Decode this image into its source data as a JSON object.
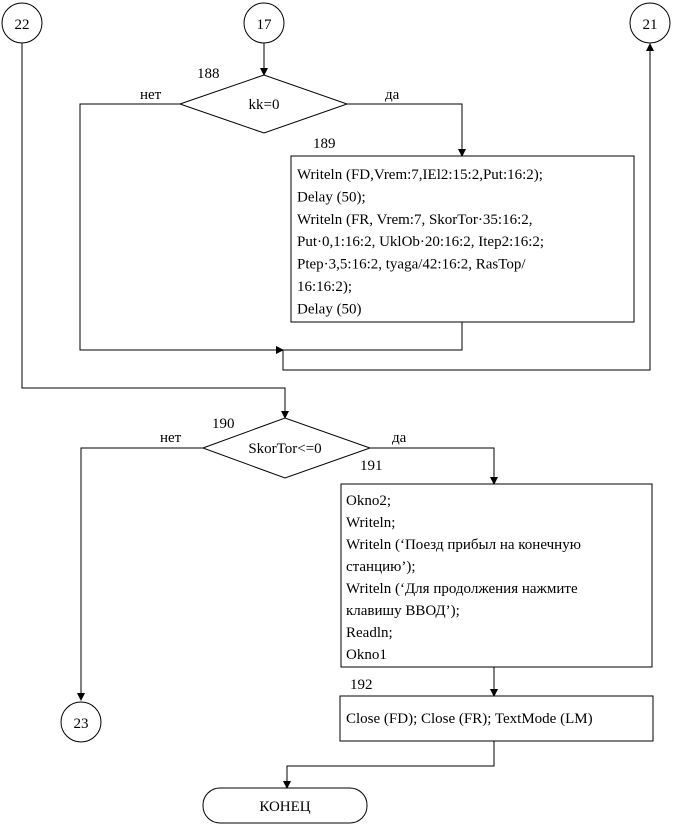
{
  "connectors": {
    "c22": "22",
    "c17": "17",
    "c21": "21",
    "c23": "23"
  },
  "decision1": {
    "number": "188",
    "condition": "kk=0",
    "no_label": "нет",
    "yes_label": "да"
  },
  "block189": {
    "number": "189",
    "lines": [
      "Writeln (FD,Vrem:7,IEl2:15:2,Put:16:2);",
      "Delay (50);",
      "Writeln (FR, Vrem:7, SkorTor·35:16:2,",
      "Put·0,1:16:2, UklOb·20:16:2, Itep2:16:2;",
      "Ptep·3,5:16:2, tyaga/42:16:2, RasTop/",
      "16:16:2);",
      "Delay (50)"
    ]
  },
  "decision2": {
    "number": "190",
    "condition": "SkorTor<=0",
    "no_label": "нет",
    "yes_label": "да"
  },
  "block191": {
    "number": "191",
    "lines": [
      "Okno2;",
      "Writeln;",
      "Writeln (‘Поезд прибыл на конечную",
      "станцию’);",
      "Writeln (‘Для продолжения нажмите",
      "клавишу ВВОД’);",
      "Readln;",
      "Okno1"
    ]
  },
  "block192": {
    "number": "192",
    "text": "Close (FD); Close (FR); TextMode (LM)"
  },
  "terminal": {
    "text": "КОНЕЦ"
  }
}
